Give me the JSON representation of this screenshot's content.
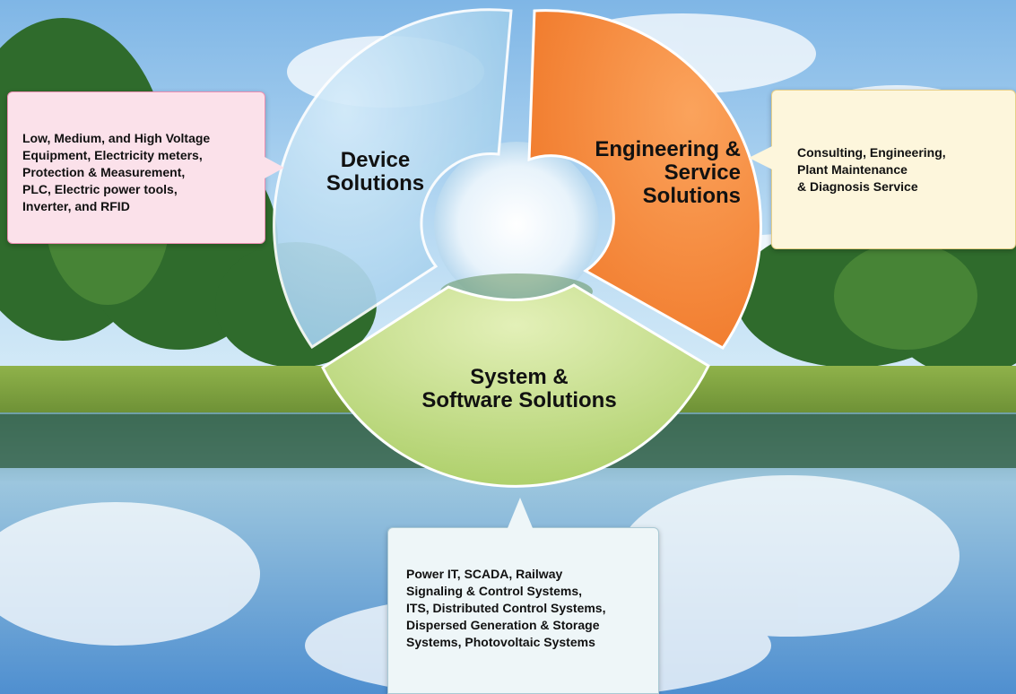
{
  "segments": {
    "device": {
      "label": "Device\nSolutions",
      "color": "#a9d4ee"
    },
    "engineering": {
      "label": "Engineering &\n       Service\n        Solutions",
      "color": "#f58634"
    },
    "system": {
      "label": "System &\nSoftware Solutions",
      "color": "#b9d97d"
    }
  },
  "callouts": {
    "device": "Low, Medium, and High Voltage\nEquipment, Electricity meters,\nProtection & Measurement,\nPLC, Electric power tools,\nInverter, and RFID",
    "engineering": "Consulting, Engineering,\nPlant Maintenance\n& Diagnosis Service",
    "system": "Power IT, SCADA, Railway\nSignaling & Control Systems,\nITS, Distributed Control Systems,\nDispersed Generation & Storage\nSystems, Photovoltaic Systems"
  }
}
